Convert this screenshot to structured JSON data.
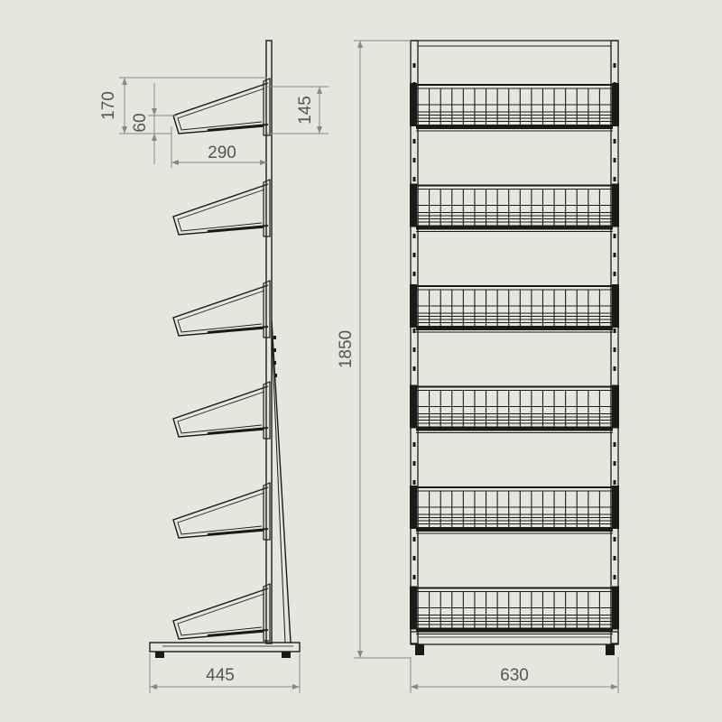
{
  "drawing": {
    "background": "#e6e6de",
    "ink_color": "#1a1a1a",
    "dimension_color": "#888888",
    "units": "mm",
    "side_view": {
      "basket_count": 6,
      "dimensions": {
        "basket_rise": "170",
        "basket_front_height": "60",
        "basket_back_height": "145",
        "basket_depth": "290",
        "base_depth": "445"
      }
    },
    "front_view": {
      "basket_count": 6,
      "dimensions": {
        "total_height": "1850",
        "width": "630"
      }
    }
  }
}
